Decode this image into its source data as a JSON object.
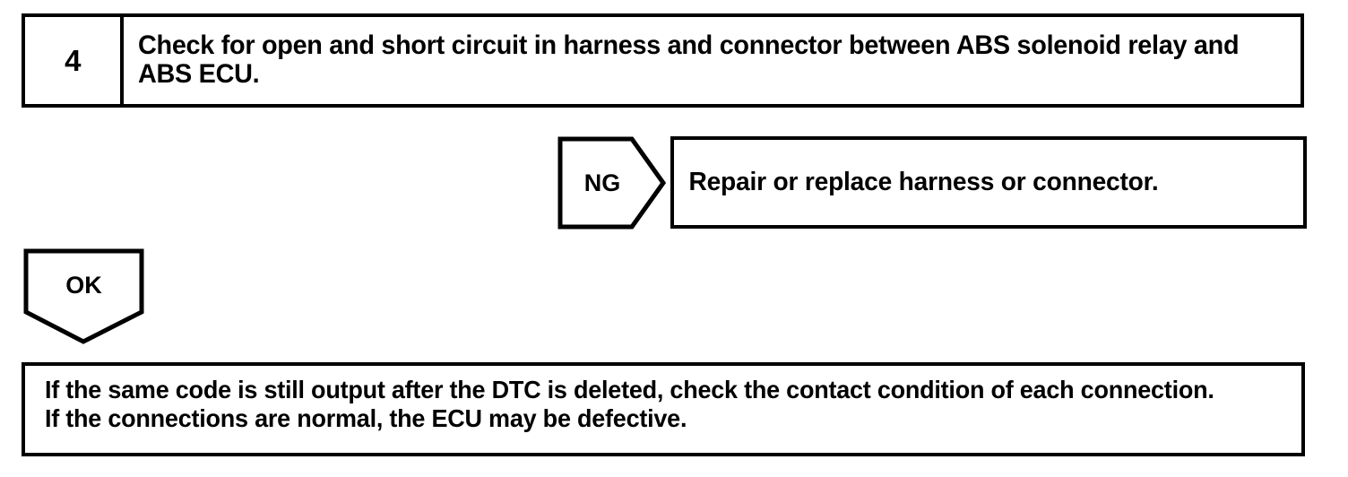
{
  "document": {
    "type": "diagnostic-flowchart",
    "ink_color": "#000000",
    "background_color": "#ffffff"
  },
  "step": {
    "number": "4",
    "instruction": "Check for open and short circuit in harness and connector between ABS solenoid relay and ABS ECU."
  },
  "branches": {
    "ng": {
      "label": "NG",
      "shape": "pentagon-right",
      "result": "Repair or replace harness or connector."
    },
    "ok": {
      "label": "OK",
      "shape": "pentagon-down"
    }
  },
  "conclusion": {
    "text": "If the same code is still output after the DTC is deleted, check the contact condition of each connection.\nIf the connections are normal, the ECU may be defective."
  }
}
